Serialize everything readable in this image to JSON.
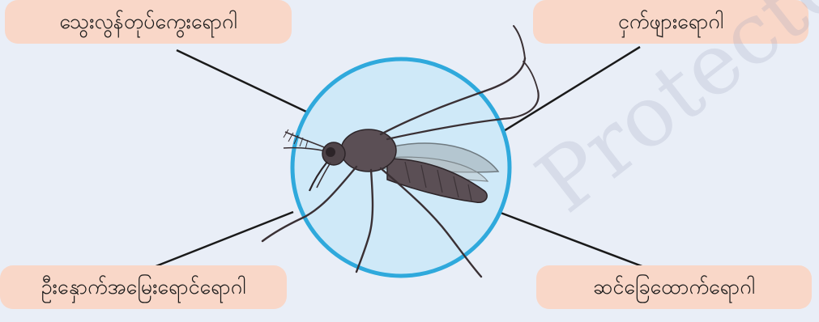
{
  "labels": {
    "top_left": "သွေးလွန်တုပ်ကွေးရောဂါ",
    "top_right": "ငှက်ဖျားရောဂါ",
    "bottom_left": "ဦးနှောက်အမြေးရောင်ရောဂါ",
    "bottom_right": "ဆင်ခြေထောက်ရောဂါ"
  },
  "watermark": "Protected",
  "colors": {
    "background": "#e9eef7",
    "label_fill": "#f9d7c8",
    "circle_fill": "#cfe9f8",
    "circle_stroke": "#2fa9dc",
    "connector": "#1a1a1a",
    "mosquito_body": "#5b4f55"
  },
  "icons": {
    "center": "mosquito-icon"
  }
}
